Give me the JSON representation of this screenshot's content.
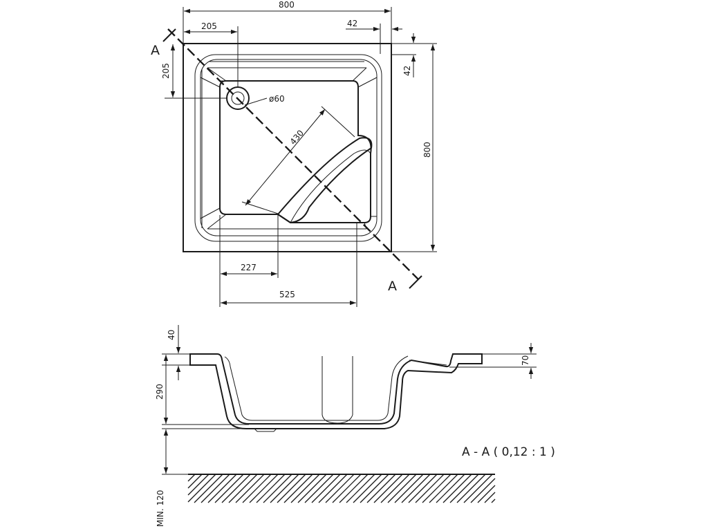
{
  "plan": {
    "width_top": "800",
    "left_offset_top": "205",
    "right_flange_top": "42",
    "left_offset_side": "205",
    "right_flange_side": "42",
    "height_right": "800",
    "drain_diameter": "ø60",
    "seat_length": "430",
    "bottom_227": "227",
    "bottom_525": "525",
    "section_mark_top": "A",
    "section_mark_bottom": "A"
  },
  "section": {
    "dim_40": "40",
    "dim_290": "290",
    "dim_70": "70",
    "dim_min": "MIN. 120",
    "title": "A - A ( 0,12 : 1 )"
  }
}
